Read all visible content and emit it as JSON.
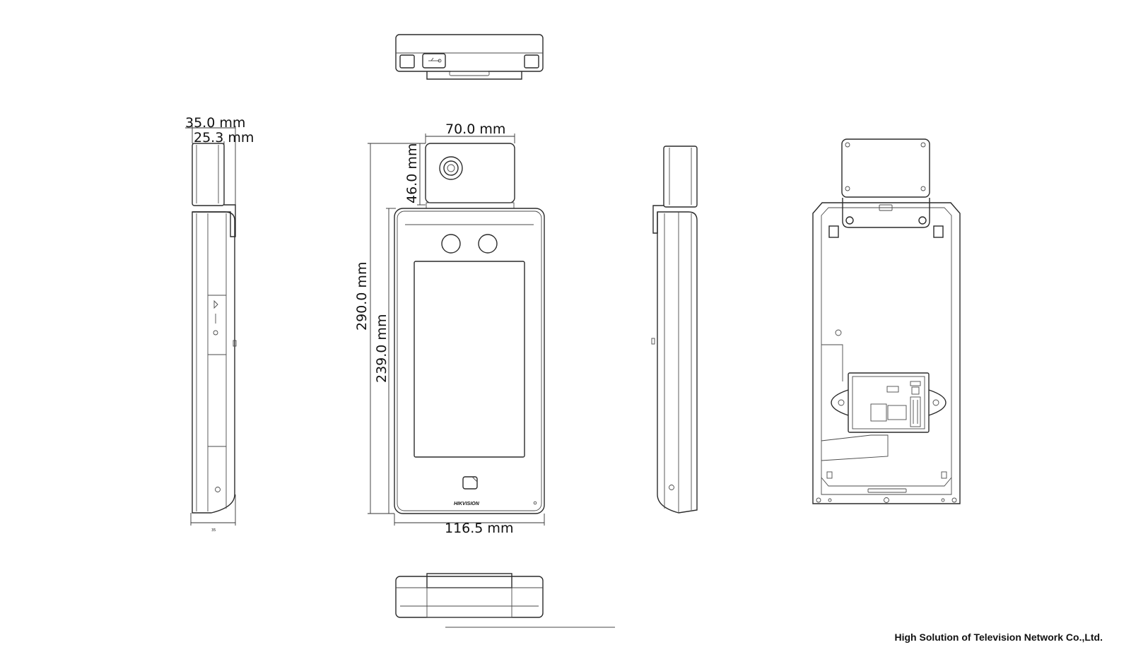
{
  "dimensions": {
    "side_total_depth": "35.0 mm",
    "side_module_depth": "25.3 mm",
    "side_small_label": "35",
    "module_width": "70.0 mm",
    "module_height": "46.0 mm",
    "total_height": "290.0 mm",
    "body_height": "239.0 mm",
    "body_width": "116.5 mm"
  },
  "brand_logo": "HIKVISION",
  "footer_text": "High Solution of Television Network Co.,Ltd."
}
